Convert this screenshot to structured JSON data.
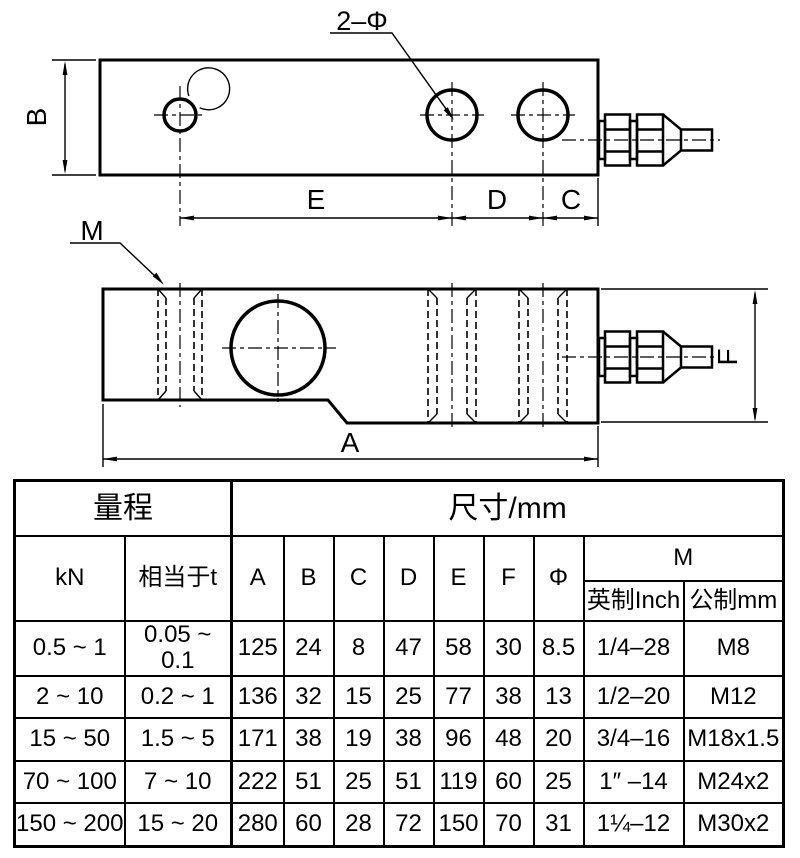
{
  "drawing": {
    "top_view": {
      "holes_callout": "2–Φ",
      "dim_b": "B",
      "dim_e": "E",
      "dim_d": "D",
      "dim_c": "C"
    },
    "side_view": {
      "thread_label": "M",
      "dim_a": "A",
      "dim_f": "F"
    }
  },
  "table": {
    "range_header": "量程",
    "dims_header": "尺寸/mm",
    "col_kn": "kN",
    "col_equiv": "相当于t",
    "dim_cols": [
      "A",
      "B",
      "C",
      "D",
      "E",
      "F",
      "Φ"
    ],
    "col_m": "M",
    "col_inch": "英制Inch",
    "col_metric": "公制mm",
    "rows": [
      [
        "0.5 ~ 1",
        "0.05 ~ 0.1",
        "125",
        "24",
        "8",
        "47",
        "58",
        "30",
        "8.5",
        "1/4–28",
        "M8"
      ],
      [
        "2 ~ 10",
        "0.2 ~ 1",
        "136",
        "32",
        "15",
        "25",
        "77",
        "38",
        "13",
        "1/2–20",
        "M12"
      ],
      [
        "15 ~ 50",
        "1.5 ~ 5",
        "171",
        "38",
        "19",
        "38",
        "96",
        "48",
        "20",
        "3/4–16",
        "M18x1.5"
      ],
      [
        "70 ~ 100",
        "7 ~ 10",
        "222",
        "51",
        "25",
        "51",
        "119",
        "60",
        "25",
        "1″ –14",
        "M24x2"
      ],
      [
        "150 ~ 200",
        "15 ~ 20",
        "280",
        "60",
        "28",
        "72",
        "150",
        "70",
        "31",
        "1¼–12",
        "M30x2"
      ]
    ]
  },
  "colors": {
    "ink": "#000000",
    "background": "#ffffff"
  }
}
